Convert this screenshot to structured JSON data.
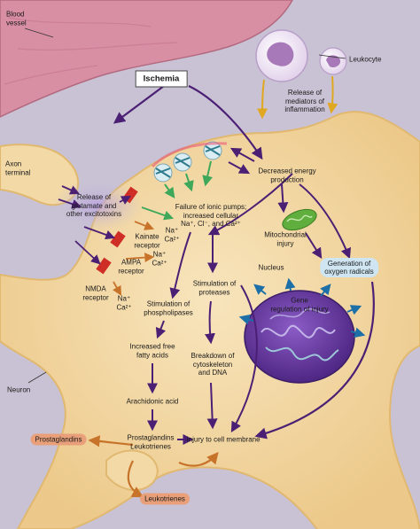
{
  "labels": {
    "blood_vessel": "Blood\nvessel",
    "leukocyte": "Leukocyte",
    "ischemia": "Ischemia",
    "release_mediators": "Release of\nmediators of\ninflammation",
    "axon_terminal": "Axon\nterminal",
    "release_glutamate": "Release of\nglutamate and\nother excitotoxins",
    "decreased_energy": "Decreased energy\nproduction",
    "failure_pumps": "Failure of ionic pumps;\nincreased cellular\nNa⁺, Cl⁻, and Ca²⁺",
    "kainate_receptor": "Kainate\nreceptor",
    "ions_1": "Na⁺\nCa²⁺",
    "ampa_receptor": "AMPA\nreceptor",
    "ions_2": "Na⁺\nCa²⁺",
    "nmda_receptor": "NMDA\nreceptor",
    "ions_3": "Na⁺\nCa²⁺",
    "mito_injury": "Mitochondrial\ninjury",
    "generation_radicals": "Generation of\noxygen radicals",
    "nucleus": "Nucleus",
    "gene_regulation": "Gene\nregulation of injury",
    "stim_proteases": "Stimulation of\nproteases",
    "stim_phospholipases": "Stimulation of\nphospholipases",
    "increased_fatty": "Increased free\nfatty acids",
    "breakdown": "Breakdown of\ncytoskeleton\nand DNA",
    "arachidonic": "Arachidonic acid",
    "neuron": "Neuron",
    "prostaglandins": "Prostaglandins",
    "prost_leuk": "Prostaglandins\nLeukotrienes",
    "injury_membrane": "Injury to cell membrane",
    "leukotrienes": "Leukotrienes"
  },
  "colors": {
    "background": "#c9c2d4",
    "vessel": "#d98fa3",
    "cell": "#f2d9a6",
    "cell_edge": "#e0b870",
    "nucleus": "#6c3fa3",
    "arrow_purple": "#4b1f73",
    "arrow_green": "#3ea85a",
    "arrow_orange": "#c8732a",
    "arrow_blue": "#1d6fa8",
    "receptor": "#cf2e26",
    "mitochondrion": "#5fae3e",
    "leuko_chip": "#e9a07a",
    "radicals_chip": "#cfe6f2"
  }
}
